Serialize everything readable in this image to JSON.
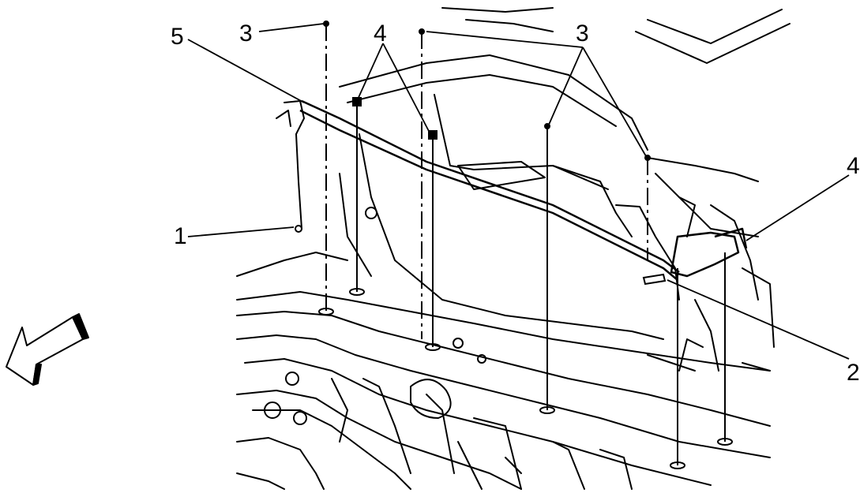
{
  "callouts": {
    "c1": "1",
    "c2": "2",
    "c3a": "3",
    "c3b": "3",
    "c4a": "4",
    "c4b": "4",
    "c5": "5"
  },
  "colors": {
    "line": "#000000",
    "background": "#ffffff",
    "arrow_fill": "#ffffff"
  },
  "icons": {
    "front": "front-arrow-icon"
  }
}
